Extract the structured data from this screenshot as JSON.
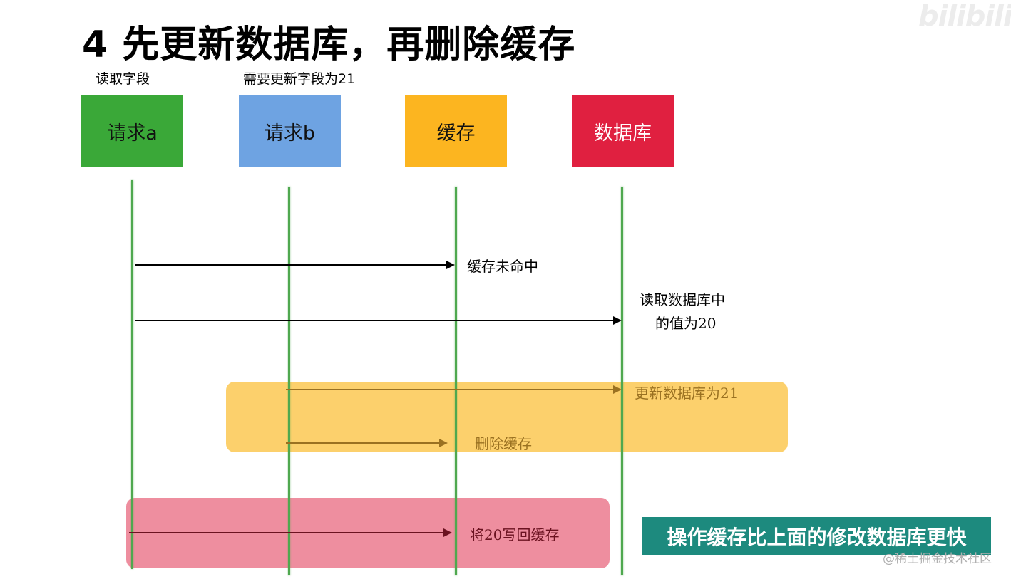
{
  "title": "4 先更新数据库，再删除缓存",
  "notes": {
    "request_a": "读取字段",
    "request_b": "需要更新字段为21"
  },
  "actors": [
    {
      "label": "请求a",
      "color": "#3aa838"
    },
    {
      "label": "请求b",
      "color": "#6ea3e2"
    },
    {
      "label": "缓存",
      "color": "#fcb520"
    },
    {
      "label": "数据库",
      "color": "#e02040"
    }
  ],
  "messages": {
    "cache_miss": "缓存未命中",
    "read_db_line1": "读取数据库中",
    "read_db_line2": "的值为20",
    "update_db": "更新数据库为21",
    "delete_cache": "删除缓存",
    "write_back": "将20写回缓存"
  },
  "highlight_colors": {
    "request_b_block": "#fcd06c",
    "request_a_block": "#ee8e9f",
    "lifeline": "#4fa84f"
  },
  "callout": "操作缓存比上面的修改数据库更快",
  "watermark": "@稀土掘金技术社区",
  "logo": "bilibili"
}
